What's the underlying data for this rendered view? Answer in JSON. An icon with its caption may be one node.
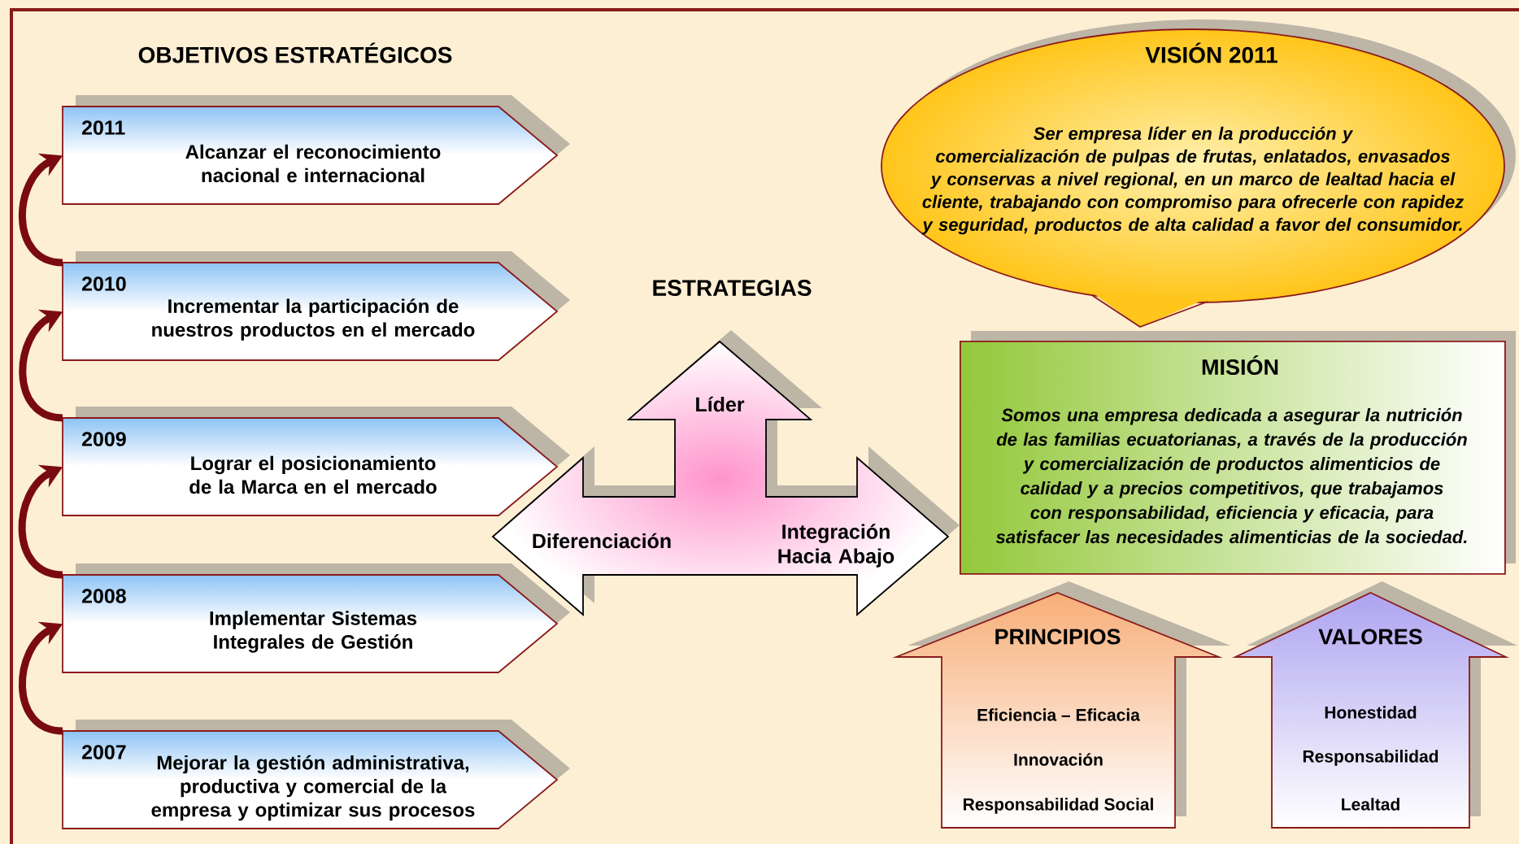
{
  "diagram": {
    "nodes": [
      {
        "text": [
          "2011",
          "Alcanzar el reconocimiento nacional e internacional"
        ]
      },
      {
        "text": [
          "2010",
          "Incrementar la participación de nuestros productos en el mercado"
        ]
      },
      {
        "text": [
          "2009",
          "Lograr el posicionamiento de la Marca en el mercado"
        ]
      },
      {
        "text": [
          "2008",
          "Implementar Sistemas Integrales de Gestión"
        ]
      },
      {
        "text": [
          "2007",
          "Mejorar la gestión administrativa, productiva y comercial de la empresa y optimizar sus procesos"
        ]
      },
      {
        "text": [
          "Líder",
          "Diferenciación",
          "Integración Hacia Abajo"
        ]
      },
      {
        "text": [
          "VISIÓN 2011",
          "Ser empresa líder en la producción y comercialización de pulpas de frutas, enlatados, envasados y conservas a nivel regional, en un marco de lealtad hacia el cliente, trabajando con compromiso para ofrecerle con rapidez y seguridad, productos de alta calidad a favor del consumidor."
        ]
      },
      {
        "text": [
          "MISIÓN",
          "Somos una empresa dedicada a asegurar la nutrición de las familias ecuatorianas, a través de la producción y comercialización de productos alimenticios de calidad y a precios competitivos, que trabajamos con responsabilidad, eficiencia y eficacia, para satisfacer las necesidades alimenticias de la sociedad."
        ]
      },
      {
        "text": [
          "PRINCIPIOS",
          "Eficiencia – Eficacia",
          "Innovación",
          "Responsabilidad Social"
        ]
      },
      {
        "text": [
          "VALORES",
          "Honestidad",
          "Responsabilidad",
          "Lealtad"
        ]
      }
    ],
    "edges": [
      {
        "from": 4,
        "to": 3,
        "arrow": "to"
      },
      {
        "from": 3,
        "to": 2,
        "arrow": "to"
      },
      {
        "from": 2,
        "to": 1,
        "arrow": "to"
      },
      {
        "from": 1,
        "to": 0,
        "arrow": "to"
      }
    ],
    "labels": [
      "OBJETIVOS ESTRATÉGICOS",
      "ESTRATEGIAS"
    ]
  }
}
